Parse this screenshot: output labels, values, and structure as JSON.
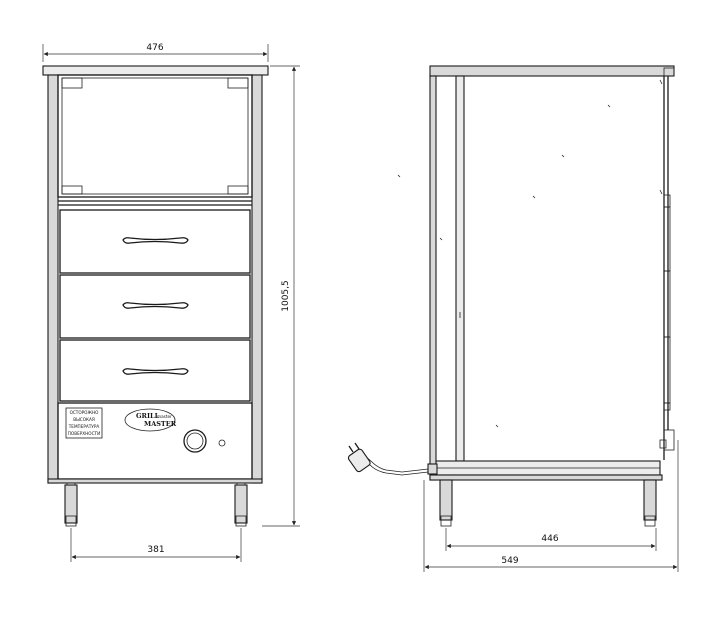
{
  "dimensions": {
    "front_width": "476",
    "front_leg_span": "381",
    "front_height": "1005,5",
    "side_depth_inner": "446",
    "side_depth_total": "549"
  },
  "warning_label": {
    "line1": "ОСТОРОЖНО",
    "line2": "ВЫСОКАЯ",
    "line3": "ТЕМПЕРАТУРА",
    "line4": "ПОВЕРХНОСТИ"
  },
  "brand": {
    "line1": "GRILL",
    "line1_small": "master",
    "line2": "MASTER"
  }
}
